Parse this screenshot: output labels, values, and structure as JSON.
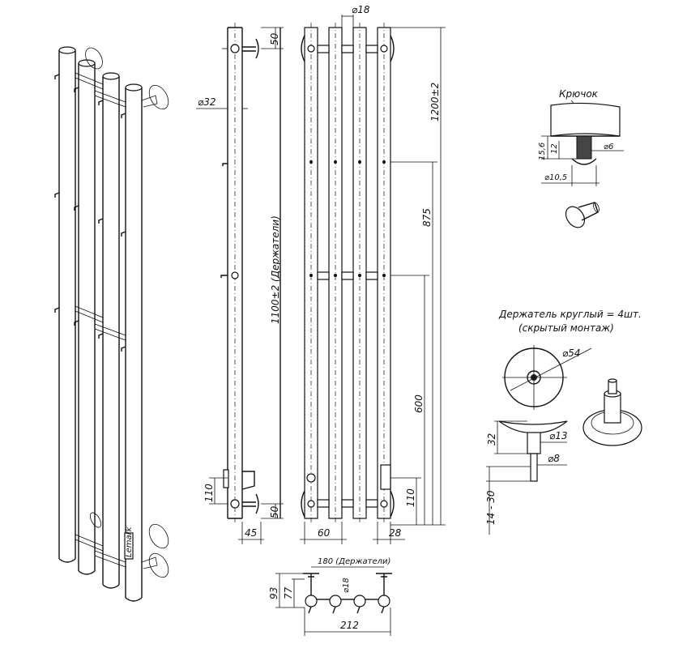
{
  "dimensions": {
    "d18_top": "⌀18",
    "d32": "⌀32",
    "dim_50_top": "50",
    "dim_50_bottom": "50",
    "dim_110_left": "110",
    "dim_45": "45",
    "dim_1100": "1100±2 (Держатели)",
    "dim_1200": "1200±2",
    "dim_875": "875",
    "dim_600": "600",
    "dim_110_right": "110",
    "dim_60": "60",
    "dim_28": "28",
    "dim_180": "180 (Держатели)",
    "dim_93": "93",
    "dim_77": "77",
    "d18_bottom": "⌀18",
    "dim_212": "212"
  },
  "hook": {
    "title": "Крючок",
    "dim_15_6": "15,6",
    "dim_12": "12",
    "d6": "⌀6",
    "d10_5": "⌀10,5"
  },
  "holder": {
    "title_line1": "Держатель круглый = 4шт.",
    "title_line2": "(скрытый монтаж)",
    "d54": "⌀54",
    "d13": "⌀13",
    "d8": "⌀8",
    "dim_32": "32",
    "dim_14_30": "14 - 30"
  },
  "brand": "Lemark"
}
